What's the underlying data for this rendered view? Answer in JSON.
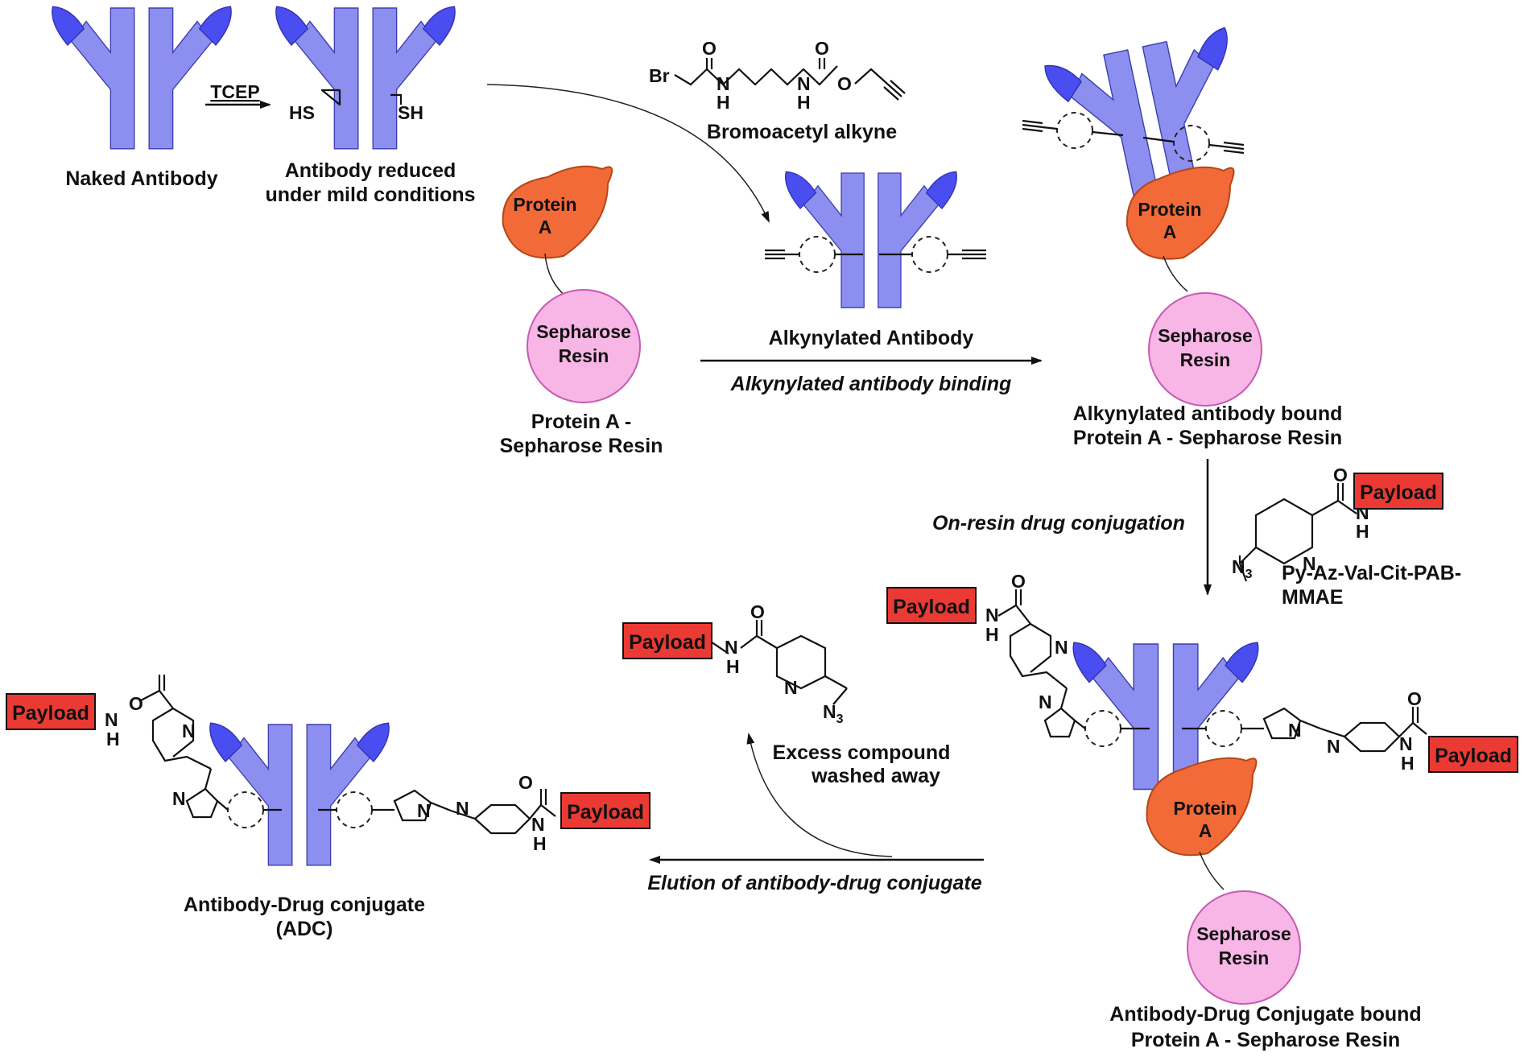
{
  "labels": {
    "naked_antibody": "Naked Antibody",
    "tcep": "TCEP",
    "hs": "HS",
    "sh": "SH",
    "reduced_line1": "Antibody reduced",
    "reduced_line2": "under mild conditions",
    "bromoacetyl_alkyne": "Bromoacetyl alkyne",
    "protein_a_line1": "Protein",
    "protein_a_line2": "A",
    "sepharose_line1": "Sepharose",
    "sepharose_line2": "Resin",
    "resin_caption_line1": "Protein A -",
    "resin_caption_line2": "Sepharose Resin",
    "alkynylated_antibody": "Alkynylated Antibody",
    "alkynylated_binding": "Alkynylated  antibody binding",
    "bound_line1": "Alkynylated antibody bound",
    "bound_line2": "Protein A - Sepharose Resin",
    "on_resin": "On-resin drug conjugation",
    "payload": "Payload",
    "py_az_line1": "Py-Az-Val-Cit-PAB-",
    "py_az_line2": "MMAE",
    "excess_line1": "Excess compound",
    "excess_line2": "washed away",
    "elution": "Elution of antibody-drug conjugate",
    "adc_line1": "Antibody-Drug conjugate",
    "adc_line2": "(ADC)",
    "adc_bound_line1": "Antibody-Drug Conjugate bound",
    "adc_bound_line2": "Protein A - Sepharose Resin"
  },
  "atoms": {
    "br": "Br",
    "o": "O",
    "n": "N",
    "h": "H",
    "n3": "N",
    "n3_sub": "3"
  },
  "colors": {
    "antibody_light": "#8c8ff0",
    "antibody_dark": "#4a4ef0",
    "protein_a": "#f26a38",
    "sepharose": "#f7b6e6",
    "payload": "#ea3a33"
  }
}
